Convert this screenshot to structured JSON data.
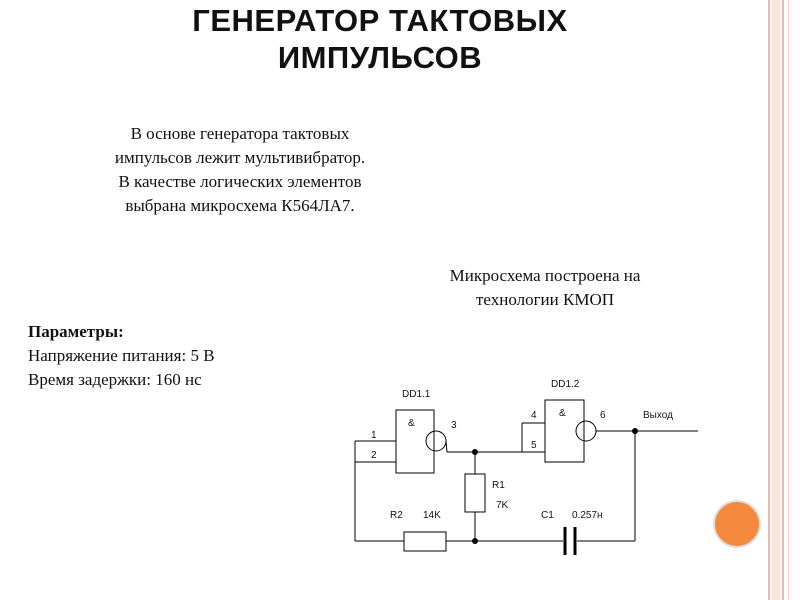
{
  "slide": {
    "title_lines": [
      "ГЕНЕРАТОР ТАКТОВЫХ",
      "ИМПУЛЬСОВ"
    ],
    "intro_lines": [
      "В основе генератора тактовых",
      "импульсов лежит мультивибратор.",
      "В качестве логических элементов",
      "выбрана микросхема К564ЛА7."
    ],
    "tech_lines": [
      "Микросхема  построена на",
      "технологии КМОП"
    ],
    "params": {
      "heading": "Параметры:",
      "supply": "Напряжение питания: 5 В",
      "delay": "Время задержки: 160 нс"
    },
    "accent_color": "#f58a3e"
  },
  "schematic": {
    "gate1": {
      "name": "DD1.1",
      "symbol": "&",
      "pin_in1": "1",
      "pin_in2": "2",
      "pin_out": "3"
    },
    "gate2": {
      "name": "DD1.2",
      "symbol": "&",
      "pin_in1": "4",
      "pin_in2": "5",
      "pin_out": "6"
    },
    "r1": {
      "name": "R1",
      "value": "7K"
    },
    "r2": {
      "name": "R2",
      "value": "14K"
    },
    "c1": {
      "name": "C1",
      "value": "0.257н"
    },
    "output_label": "Выход"
  }
}
